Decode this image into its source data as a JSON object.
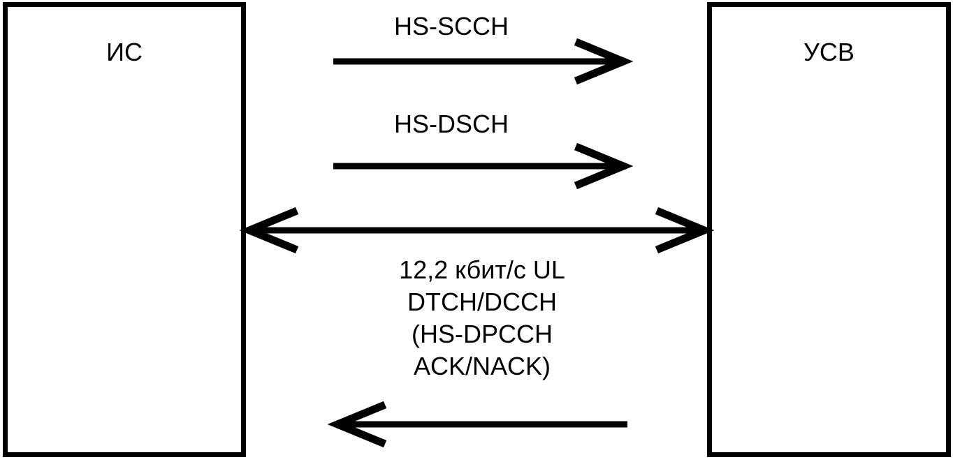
{
  "diagram": {
    "left_box": {
      "label": "ИС"
    },
    "right_box": {
      "label": "УСВ"
    },
    "arrows": [
      {
        "id": "hs-scch",
        "direction": "right",
        "label": "HS-SCCH"
      },
      {
        "id": "hs-dsch",
        "direction": "right",
        "label": "HS-DSCH"
      },
      {
        "id": "uplink-bidirectional",
        "direction": "both",
        "label_lines": [
          "12,2 кбит/с UL",
          "DTCH/DCCH",
          "(HS-DPCCH",
          "ACK/NACK)"
        ]
      },
      {
        "id": "return",
        "direction": "left",
        "label": ""
      }
    ],
    "colors": {
      "ink": "#000000",
      "background": "#ffffff"
    }
  }
}
